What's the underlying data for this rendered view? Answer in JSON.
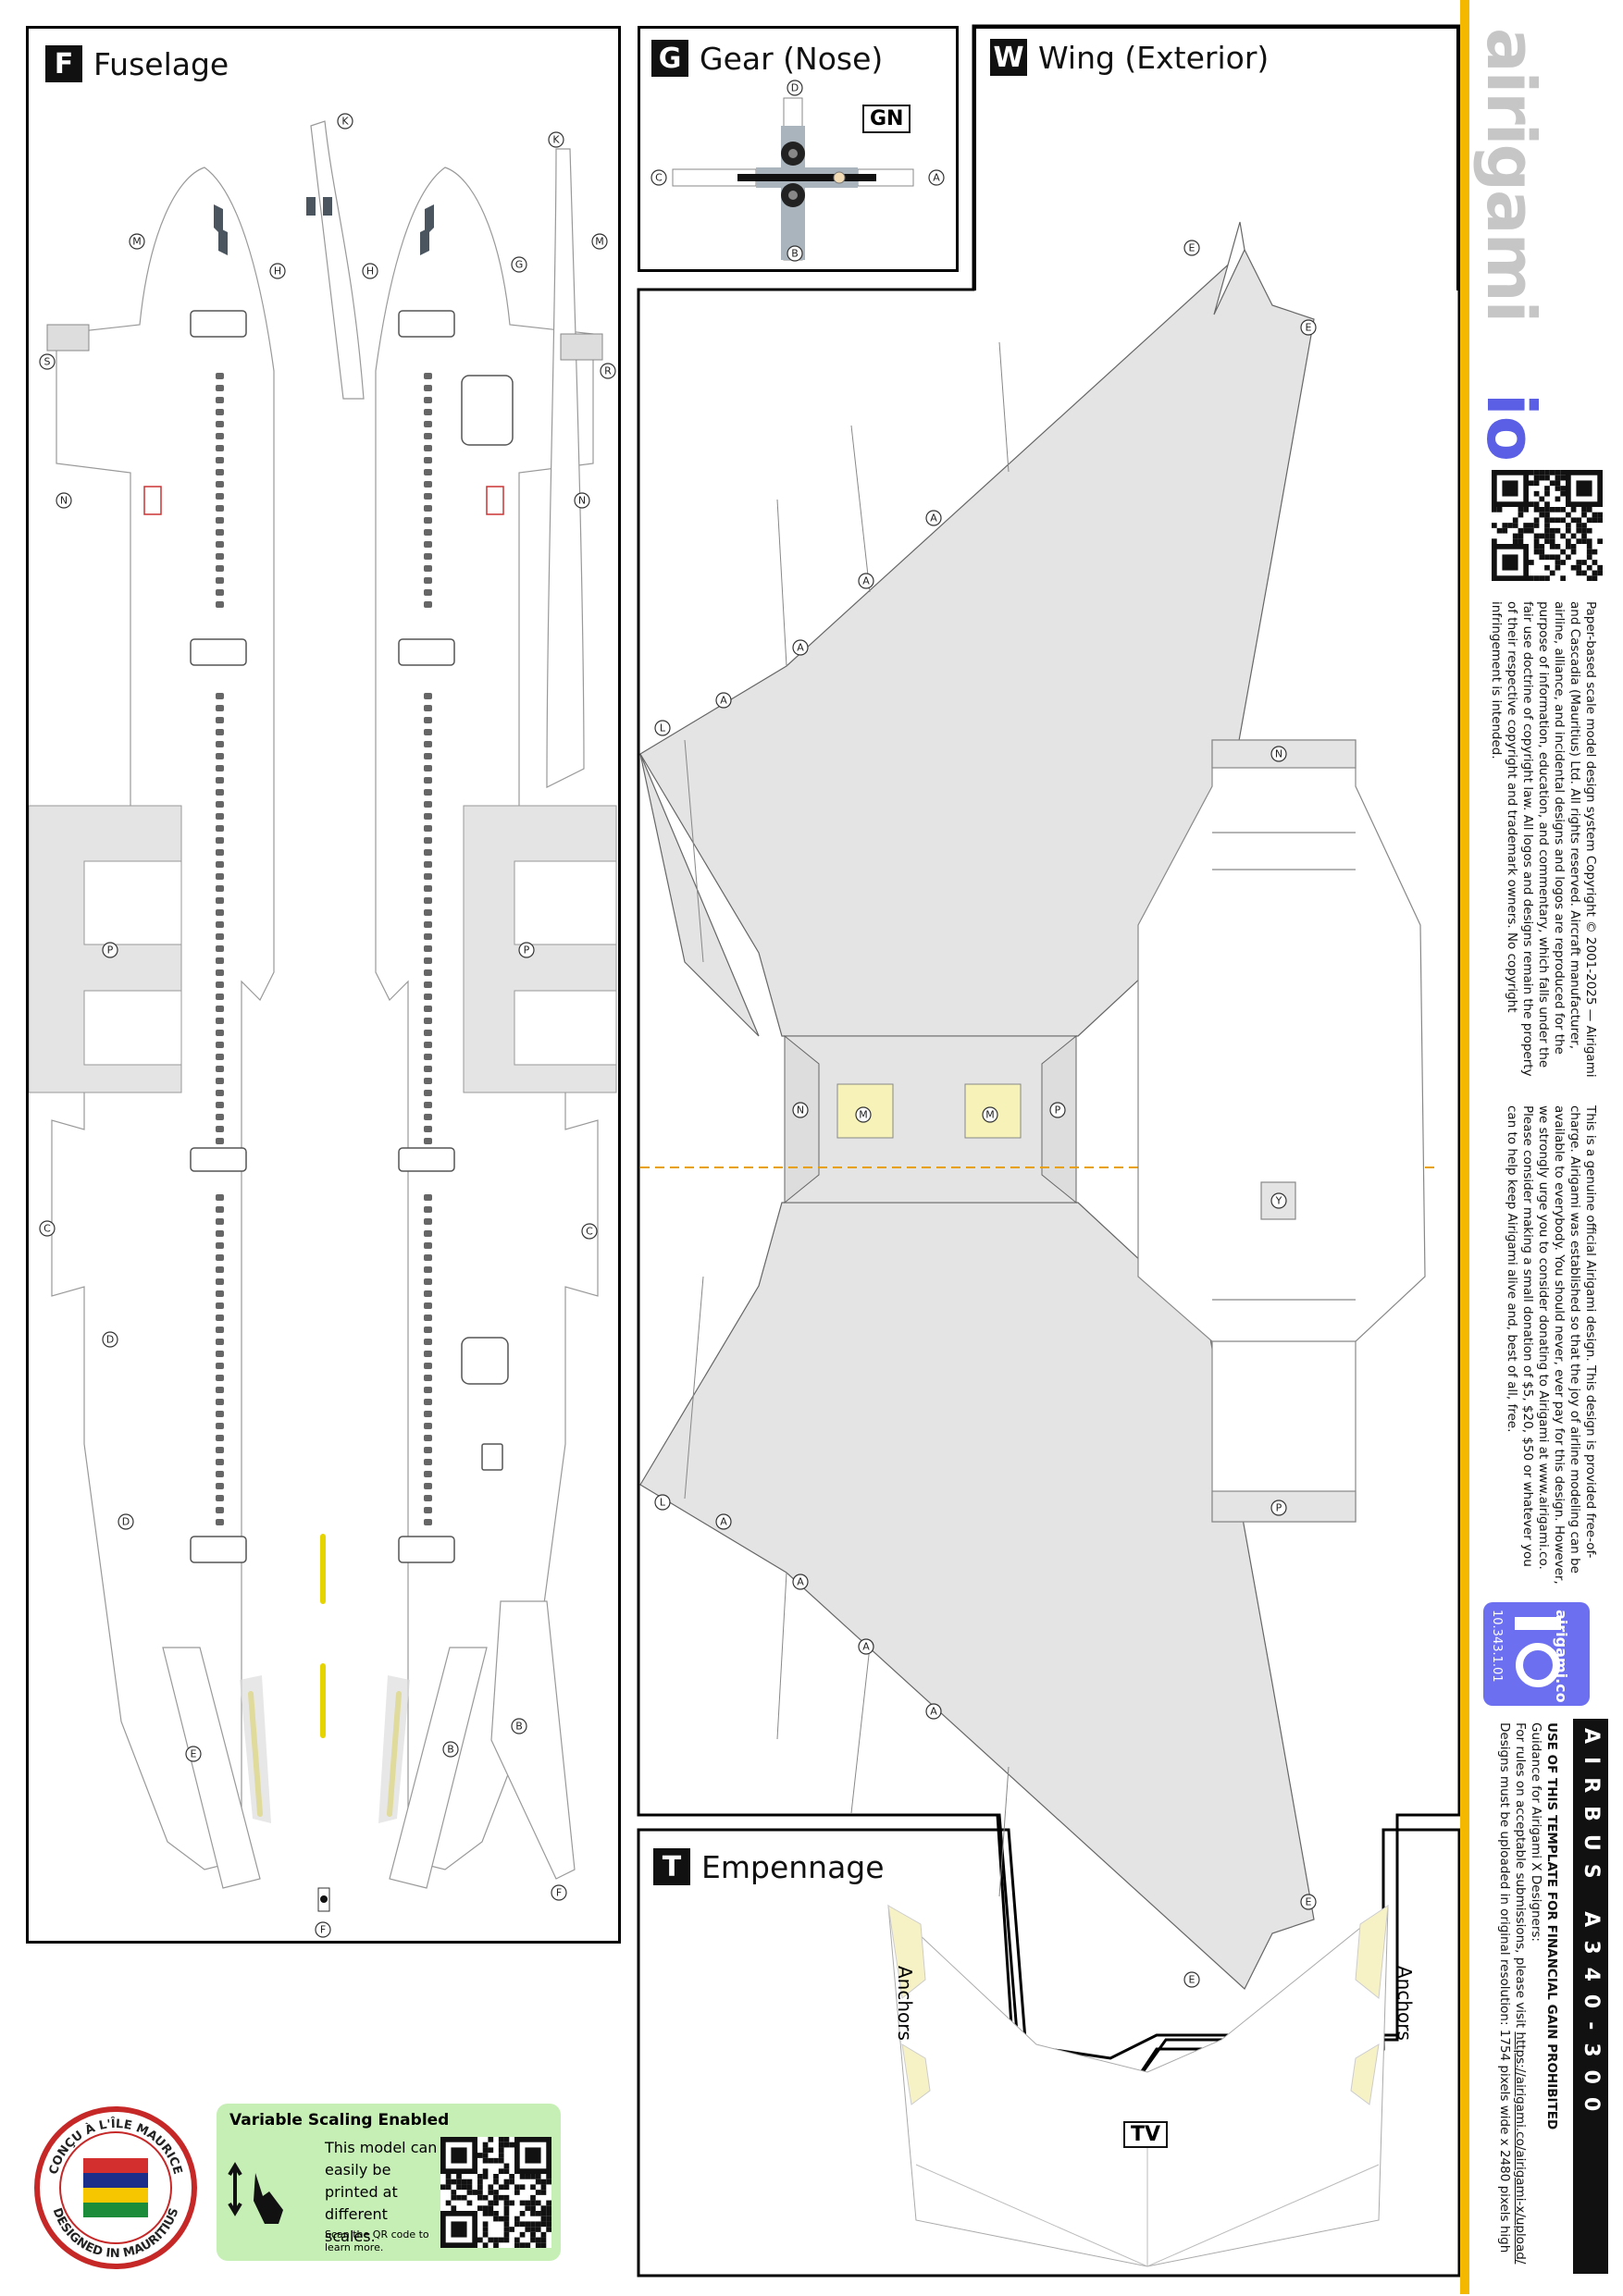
{
  "panels": {
    "fuselage": {
      "letter": "F",
      "title": "Fuselage"
    },
    "gear": {
      "letter": "G",
      "title": "Gear (Nose)",
      "tag": "GN"
    },
    "wing": {
      "letter": "W",
      "title": "Wing (Exterior)"
    },
    "empennage": {
      "letter": "T",
      "title": "Empennage",
      "tag": "TV",
      "anchors_left": "Anchors",
      "anchors_right": "Anchors"
    }
  },
  "markers": {
    "fuselage": [
      "K",
      "K",
      "M",
      "M",
      "H",
      "H",
      "G",
      "S",
      "R",
      "N",
      "N",
      "P",
      "P",
      "C",
      "C",
      "D",
      "D",
      "E",
      "B",
      "B",
      "F",
      "F"
    ],
    "gear": [
      "D",
      "C",
      "A",
      "B"
    ],
    "wing": [
      "E",
      "E",
      "A",
      "A",
      "A",
      "A",
      "L",
      "N",
      "M",
      "M",
      "P",
      "N",
      "Y",
      "P",
      "L",
      "A",
      "A",
      "A",
      "A",
      "E",
      "E"
    ]
  },
  "brand": {
    "logo_text": "airigami",
    "logo_suffix": "io",
    "badge_site": "airigami.co",
    "badge_version": "10.343.1.01",
    "model_code": "AIRBUS A340-300",
    "accent_color": "#f5b800",
    "logo_color": "#5b5fe6"
  },
  "copyright": "Paper-based scale model design system Copyright © 2001-2025 — Airigami and Cascadia (Mauritius) Ltd. All rights reserved. Aircraft manufacturer, airline, alliance, and incidental designs and logos are reproduced for the purpose of information, education, and commentary, which falls under the fair use doctrine of copyright law. All logos and designs remain the property of their respective copyright and trademark owners. No copyright infringement is intended.",
  "free_notice": "This is a genuine official Airigami design. This design is provided free-of-charge. Airigami was established so that the joy of airline modeling can be available to everybody. You should never, ever pay for this design. However, we strongly urge you to consider donating to Airigami at www.airigami.co. Please consider making a small donation of $5, $20, $50 or whatever you can to help keep Airigami alive and, best of all, free.",
  "usage": {
    "heading": "USE OF THIS TEMPLATE FOR FINANCIAL GAIN PROHIBITED",
    "line1": "Guidance for Airigami X Designers:",
    "line2_prefix": "For rules on acceptable submissions, please visit ",
    "line2_link": "https://airigami.co/airigami-x/upload/",
    "line3": "Designs must be uploaded in original resolution: 1754 pixels wide x 2480 pixels high"
  },
  "seal": {
    "top": "CONÇU À L'ÎLE MAURICE",
    "bottom": "DESIGNED IN MAURITIUS"
  },
  "scaling": {
    "title": "Variable Scaling Enabled",
    "body": "This model can easily be printed at different scales.",
    "note": "Scan the QR code to learn more."
  }
}
